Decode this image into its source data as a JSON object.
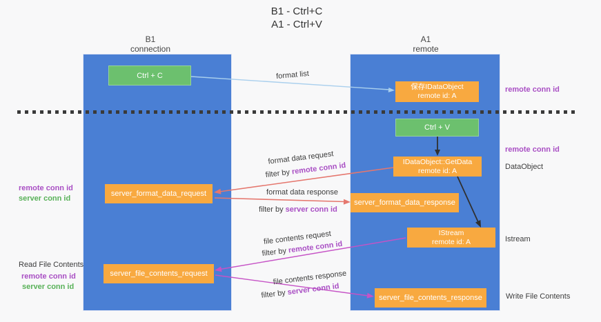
{
  "title": {
    "line1": "B1 - Ctrl+C",
    "line2": "A1 - Ctrl+V"
  },
  "columns": {
    "left": {
      "header_line1": "B1",
      "header_line2": "connection"
    },
    "right": {
      "header_line1": "A1",
      "header_line2": "remote"
    }
  },
  "boxes": {
    "ctrl_c": "Ctrl + C",
    "ctrl_v": "Ctrl + V",
    "save_idataobject": {
      "line1": "保存IDataObject",
      "line2": "remote id: A"
    },
    "getdata": {
      "line1": "IDataObject::GetData",
      "line2": "remote id: A"
    },
    "istream": {
      "line1": "IStream",
      "line2": "remote id: A"
    },
    "format_request": "server_format_data_request",
    "format_response": "server_format_data_response",
    "file_request": "server_file_contents_request",
    "file_response": "server_file_contents_response"
  },
  "flow_labels": {
    "format_list": "format list",
    "format_data_request": "format data request",
    "format_data_response": "format data response",
    "file_contents_request": "file contents request",
    "file_contents_response": "file contents response",
    "filter_by": "filter by",
    "remote_conn_id": "remote conn id",
    "server_conn_id": "server conn id"
  },
  "left_labels": {
    "remote_conn_id": "remote conn id",
    "server_conn_id": "server conn id",
    "read_file_contents": "Read File Contents",
    "remote_conn_id2": "remote conn id",
    "server_conn_id2": "server conn id"
  },
  "right_labels": {
    "remote_conn_id_top": "remote conn id",
    "remote_conn_id_mid": "remote conn id",
    "dataobject": "DataObject",
    "istream": "Istream",
    "write_file_contents": "Write File Contents"
  },
  "colors": {
    "column_blue": "#4a7fd4",
    "box_green": "#6cc06e",
    "box_orange": "#f8a940",
    "arrow_light_blue": "#a9cfed",
    "arrow_black": "#303030",
    "arrow_red": "#e5776e",
    "arrow_magenta": "#c653c6",
    "highlight_purple": "#a94fc4",
    "highlight_green": "#58b158",
    "dashed_divider": "#3a3a3a"
  }
}
